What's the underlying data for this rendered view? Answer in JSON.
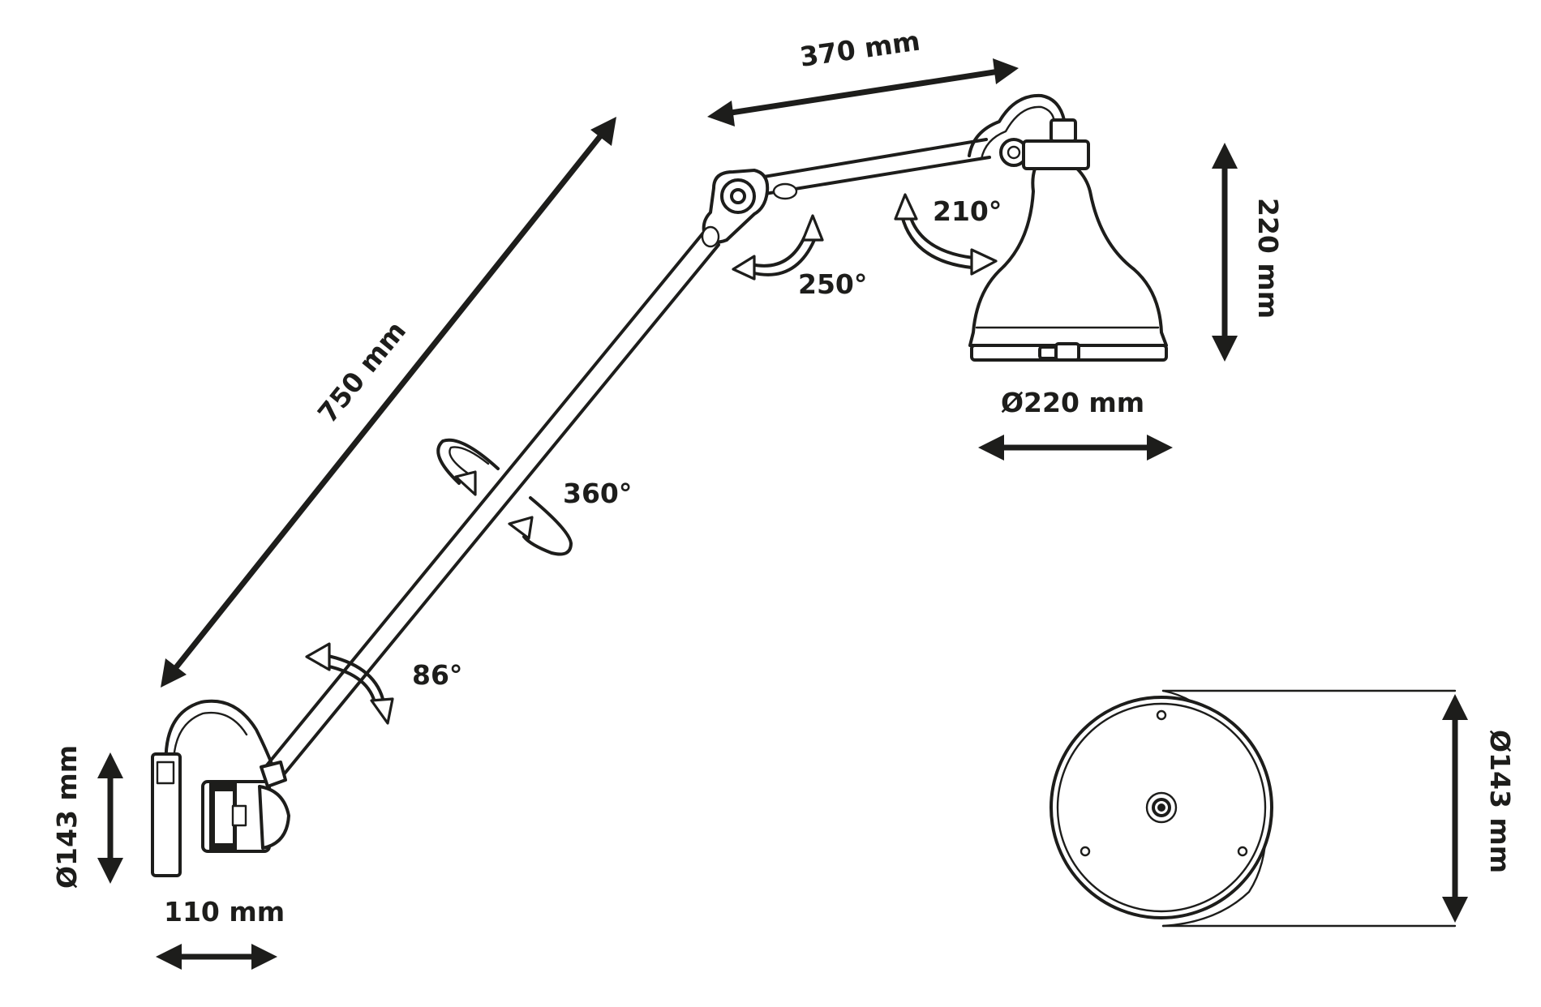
{
  "labels": {
    "arm_upper_length": "370 mm",
    "arm_lower_length": "750 mm",
    "shade_height": "220 mm",
    "shade_diameter": "Ø220 mm",
    "joint_upper_rotation": "250°",
    "shade_rotation": "210°",
    "arm_axial_rotation": "360°",
    "base_joint_rotation": "86°",
    "base_height": "Ø143 mm",
    "base_depth": "110 mm",
    "plate_diameter": "Ø143 mm"
  },
  "colors": {
    "ink": "#1d1d1b",
    "background": "#ffffff"
  }
}
